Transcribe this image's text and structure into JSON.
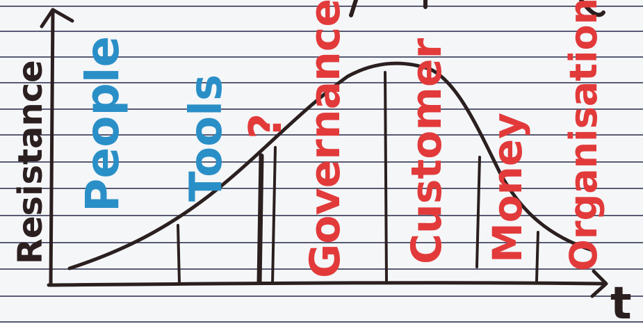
{
  "axes": {
    "y_label": "Resistance",
    "x_label": "t"
  },
  "colors": {
    "ink": "#2b1f1f",
    "blue": "#2a8fc7",
    "red": "#e23a3a",
    "ruling": "#3c3f5c",
    "paper": "#f5f6f8"
  },
  "labels": {
    "people": "People",
    "tools": "Tools",
    "question": "?",
    "governance": "Governance",
    "customer": "Customer",
    "money": "Money",
    "organisation": "Organisation"
  }
}
